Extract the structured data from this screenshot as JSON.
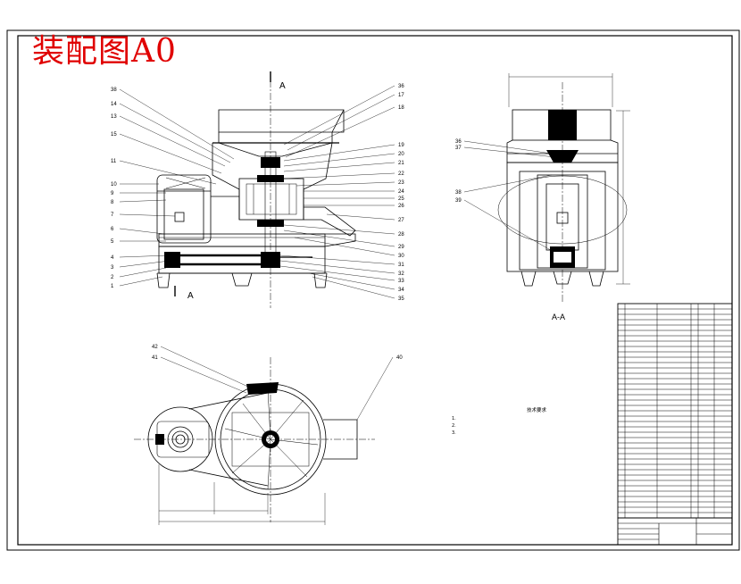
{
  "drawing": {
    "title": "装配图A0",
    "section_label_top": "A",
    "section_label_bottom": "A",
    "section_view_label": "A-A"
  },
  "balloons": {
    "main_left": [
      "38",
      "14",
      "13",
      "15",
      "11",
      "10",
      "9",
      "8",
      "7",
      "6",
      "5",
      "4",
      "3",
      "2",
      "1"
    ],
    "main_right": [
      "36",
      "17",
      "18",
      "19",
      "20",
      "21",
      "22",
      "23",
      "24",
      "25",
      "26",
      "27",
      "28",
      "29",
      "30",
      "31",
      "32",
      "33",
      "34",
      "35"
    ],
    "section_left": [
      "36",
      "37",
      "38",
      "39"
    ],
    "plan_left": [
      "42",
      "41"
    ],
    "plan_right": [
      "40"
    ]
  },
  "tech_notes": {
    "title": "技术要求",
    "lines": [
      "1.",
      "",
      "2.",
      "3."
    ]
  },
  "parts_list": {
    "rows": 40
  },
  "colors": {
    "title": "#e00000",
    "line": "#000000",
    "background": "#ffffff"
  }
}
